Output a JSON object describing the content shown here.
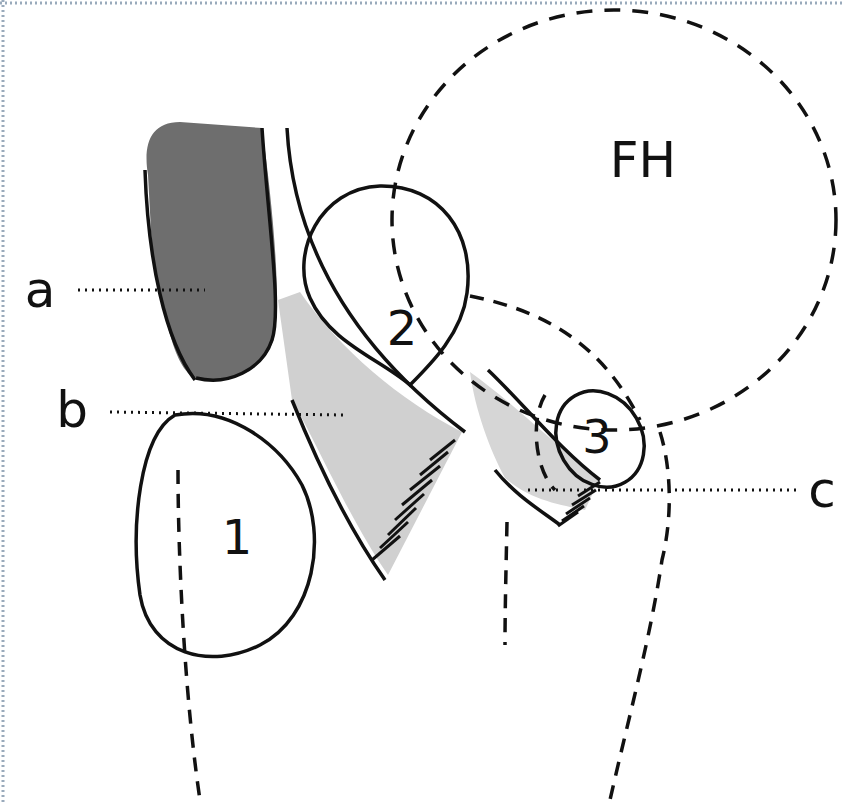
{
  "diagram": {
    "nodes": [
      {
        "text": [
          "FH"
        ]
      },
      {
        "text": [
          "2"
        ]
      },
      {
        "text": [
          "3"
        ]
      },
      {
        "text": [
          "1"
        ]
      }
    ],
    "labels": [
      "a",
      "b",
      "c"
    ]
  }
}
